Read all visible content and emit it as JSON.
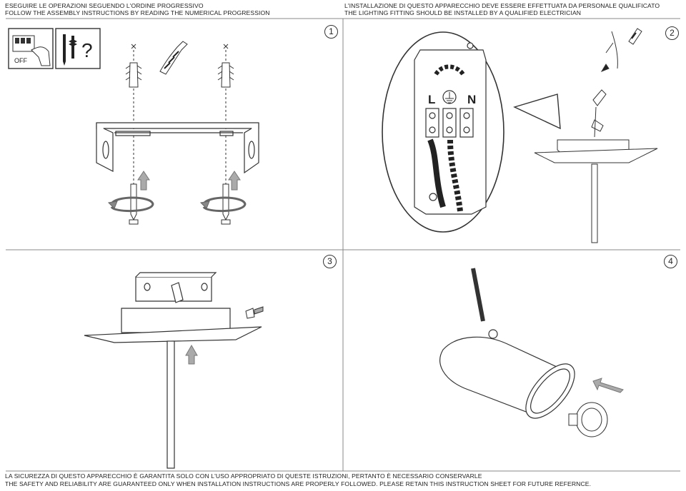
{
  "header": {
    "left_it": "ESEGUIRE LE OPERAZIONI SEGUENDO L'ORDINE PROGRESSIVO",
    "left_en": "FOLLOW THE ASSEMBLY INSTRUCTIONS BY READING THE NUMERICAL PROGRESSION",
    "right_it": "L'INSTALLAZIONE DI QUESTO APPARECCHIO DEVE ESSERE EFFETTUATA DA PERSONALE QUALIFICATO",
    "right_en": "THE LIGHTING FITTING SHOULD BE INSTALLED BY A QUALIFIED ELECTRICIAN"
  },
  "steps": [
    {
      "number": "1",
      "switch_label": "OFF",
      "question": "?"
    },
    {
      "number": "2",
      "terminal_labels": [
        "L",
        "N"
      ]
    },
    {
      "number": "3"
    },
    {
      "number": "4"
    }
  ],
  "footer": {
    "line_it": "LA SICUREZZA DI QUESTO APPARECCHIO È GARANTITA SOLO CON L'USO APPROPRIATO DI QUESTE ISTRUZIONI, PERTANTO È NECESSARIO CONSERVARLE",
    "line_en": "THE SAFETY AND RELIABILITY ARE GUARANTEED ONLY WHEN INSTALLATION INSTRUCTIONS ARE PROPERLY FOLLOWED. PLEASE RETAIN THIS INSTRUCTION SHEET FOR FUTURE REFERNCE."
  }
}
